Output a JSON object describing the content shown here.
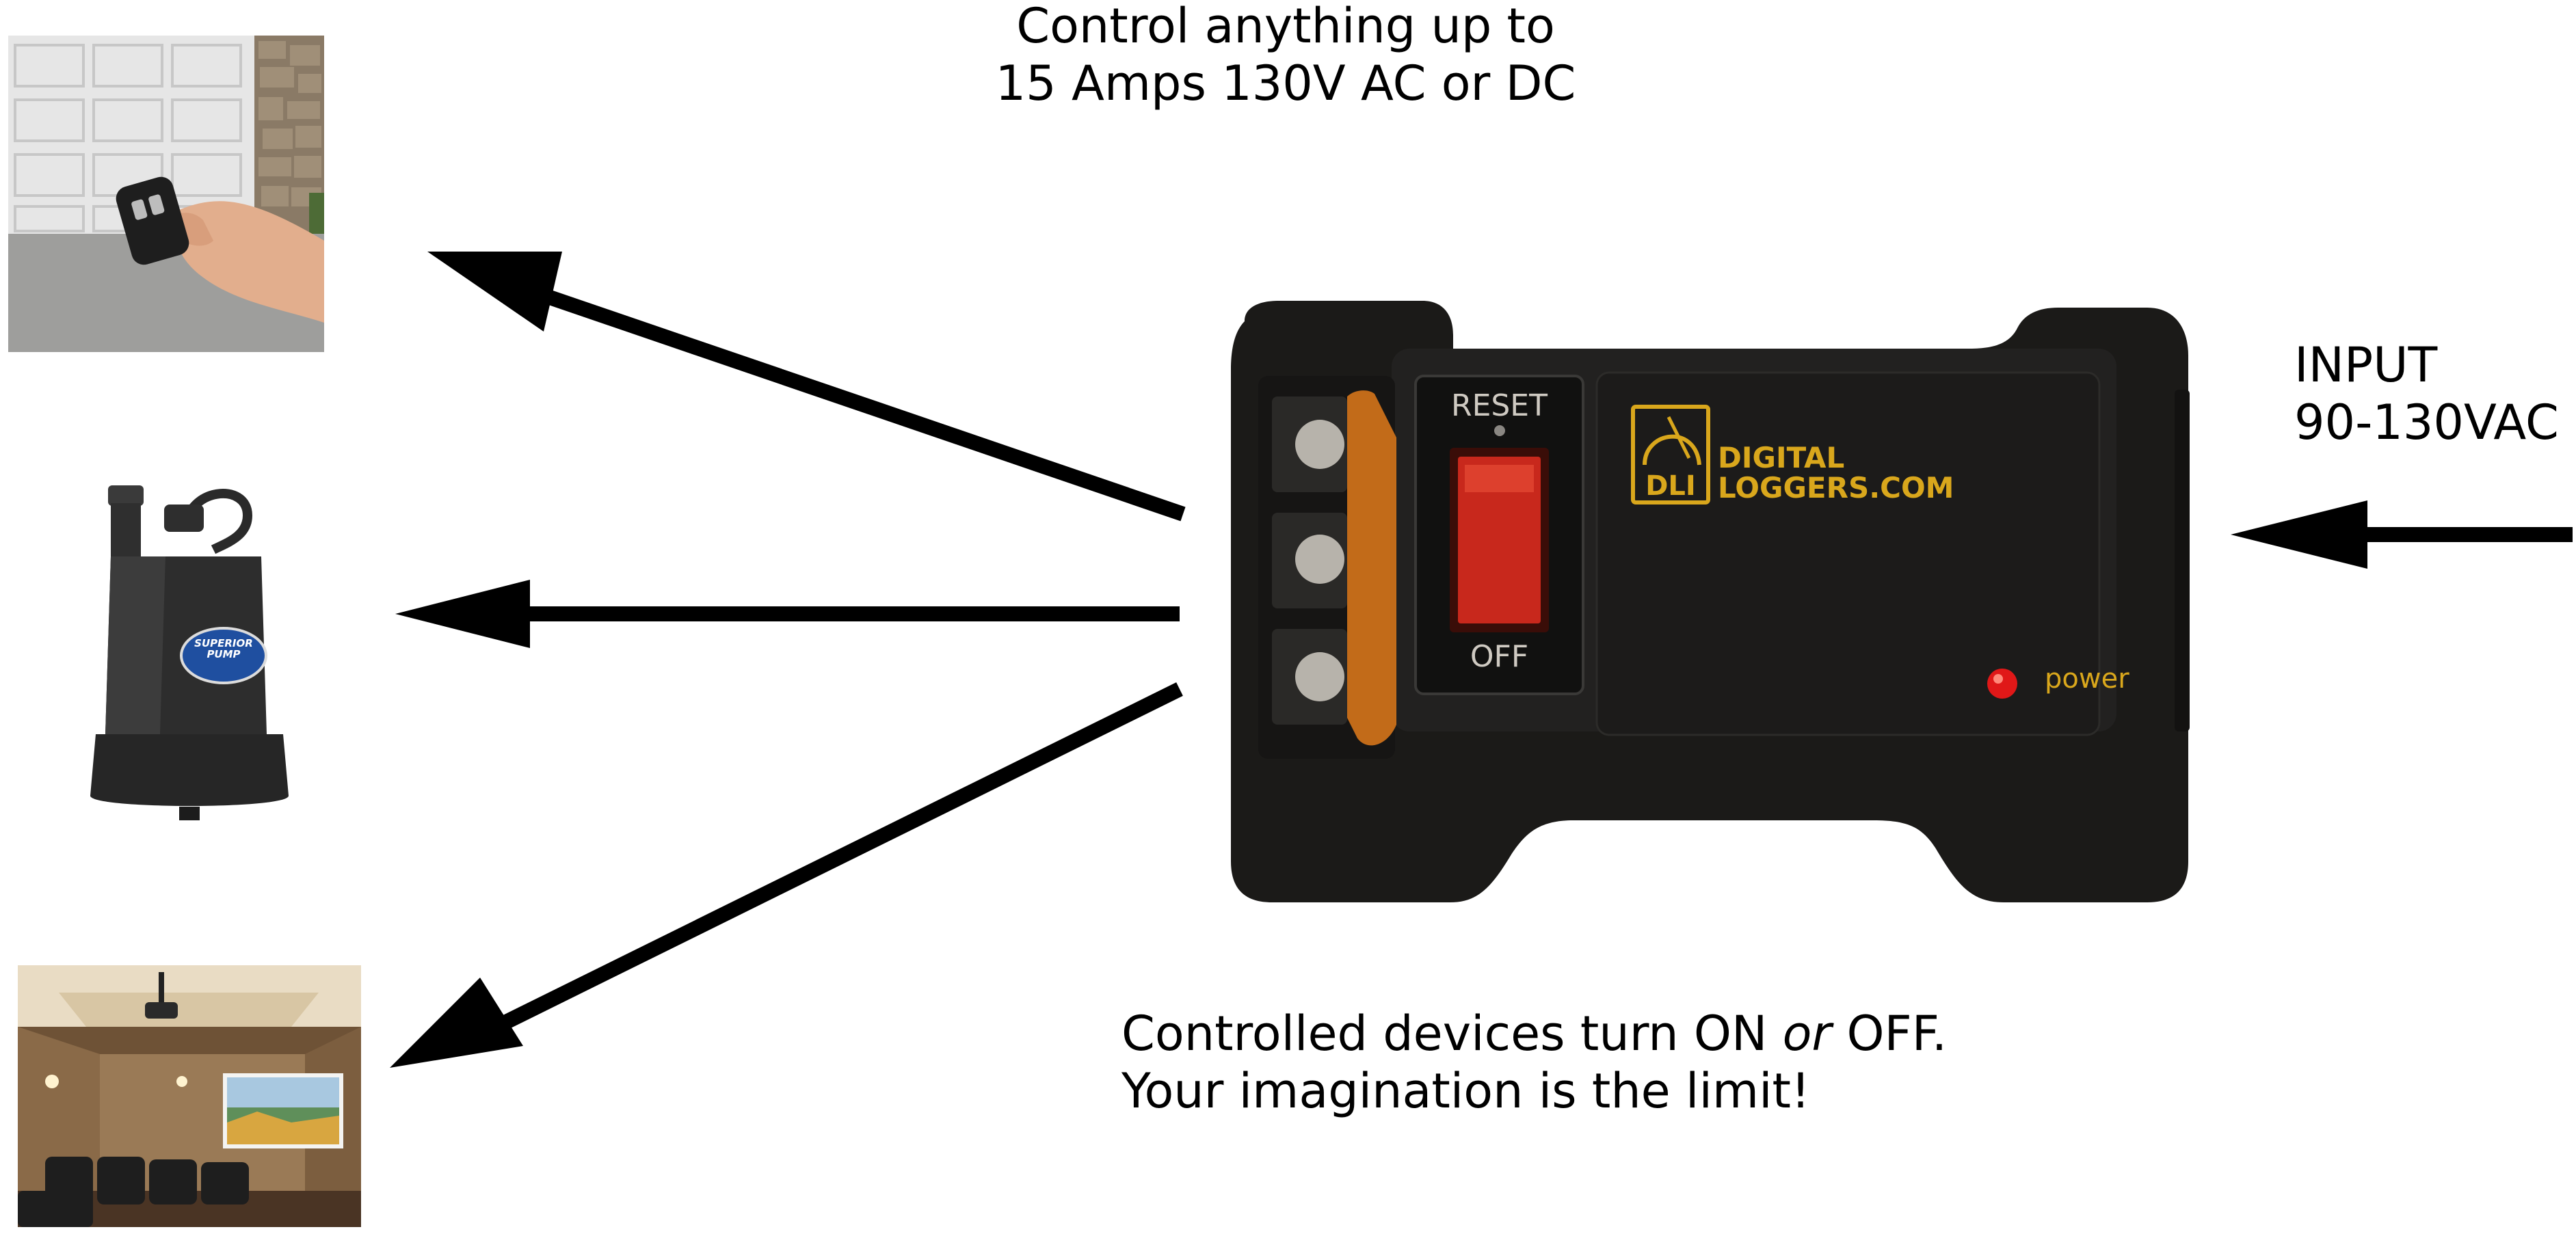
{
  "top_caption": {
    "line1": "Control anything up to",
    "line2": "15 Amps 130V AC or DC"
  },
  "input_label": {
    "line1": "INPUT",
    "line2": "90-130VAC"
  },
  "bottom_caption": {
    "line1_pre": "Controlled devices turn ON ",
    "line1_em": "or",
    "line1_post": " OFF.",
    "line2": "Your imagination is the limit!"
  },
  "device": {
    "switch_top": "RESET",
    "switch_bottom": "OFF",
    "logo_mark": "DLI",
    "brand_line1": "DIGITAL",
    "brand_line2": "LOGGERS.COM",
    "indicator_label": "power"
  },
  "pump": {
    "badge_line1": "SUPERIOR",
    "badge_line2": "PUMP"
  },
  "colors": {
    "arrow": "#000000",
    "device_body": "#1b1a18",
    "brand_text": "#d9a71c",
    "switch_glow": "#c8281c",
    "clear_guard": "#e07a1a",
    "power_led": "#e01818"
  }
}
